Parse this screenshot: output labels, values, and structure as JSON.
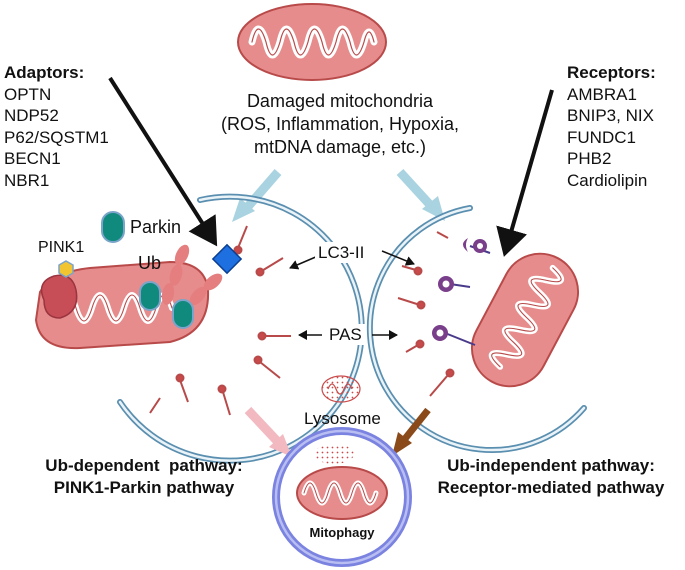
{
  "top": {
    "lines": [
      "Damaged mitochondria",
      "(ROS, Inflammation, Hypoxia,",
      "mtDNA damage, etc.)"
    ]
  },
  "adaptors": {
    "title": "Adaptors:",
    "items": [
      "OPTN",
      "NDP52",
      "P62/SQSTM1",
      "BECN1",
      "NBR1"
    ]
  },
  "receptors": {
    "title": "Receptors:",
    "items": [
      "AMBRA1",
      "BNIP3, NIX",
      "FUNDC1",
      "PHB2",
      "Cardiolipin"
    ]
  },
  "labels": {
    "parkin": "Parkin",
    "pink1": "PINK1",
    "ub": "Ub",
    "lc3": "LC3-II",
    "pas": "PAS",
    "lysosome": "Lysosome",
    "mitophagy": "Mitophagy"
  },
  "pathways": {
    "left": [
      "Ub-dependent  pathway:",
      "PINK1-Parkin pathway"
    ],
    "right": [
      "Ub-independent pathway:",
      "Receptor-mediated pathway"
    ]
  },
  "colors": {
    "mito_fill": "#e78c8c",
    "mito_inner": "#ffffff",
    "mito_stroke": "#b84a4a",
    "phagophore": "#5b8fb0",
    "phagophore_fill": "#eaf3f8",
    "parkin": "#118a7e",
    "pink1": "#f2c430",
    "ub": "#e57f7f",
    "adaptor_square": "#1e6fe0",
    "receptor": "#7a3f8a",
    "lysosome": "#7b83e0",
    "arrow_light_blue": "#a9d3e0",
    "arrow_pink": "#f2b9c0",
    "arrow_brown": "#8a4a1a"
  }
}
